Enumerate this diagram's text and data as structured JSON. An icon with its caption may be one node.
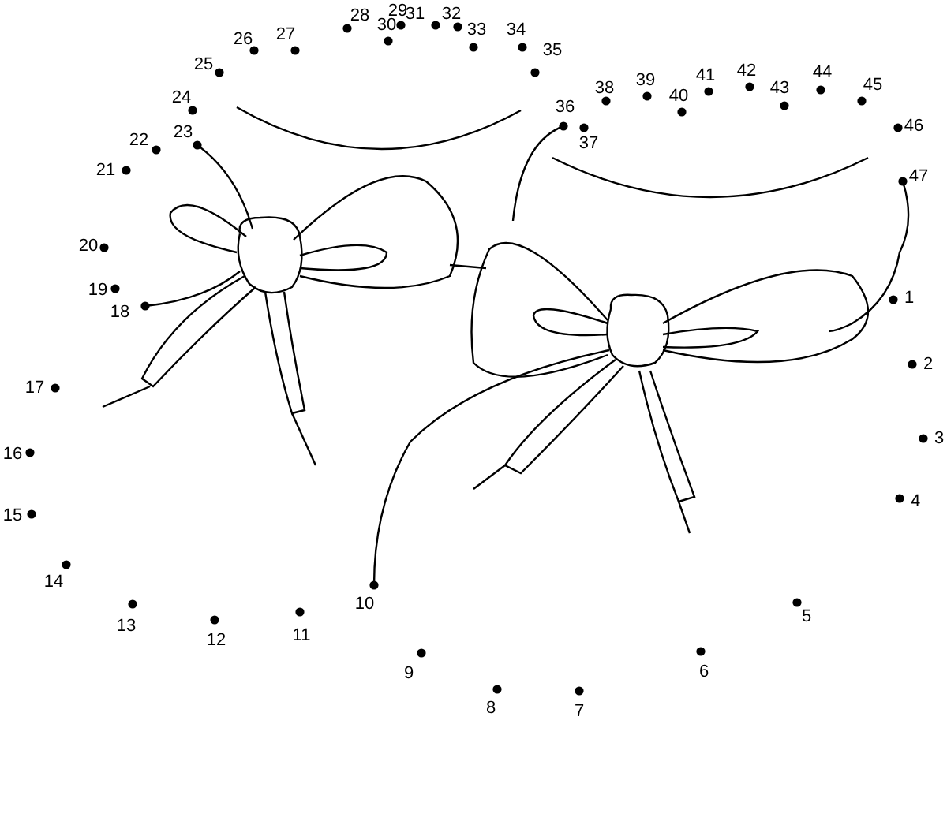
{
  "diagram": {
    "labels": [
      "1",
      "2",
      "3",
      "4",
      "5",
      "6",
      "7",
      "8",
      "9",
      "10",
      "11",
      "12",
      "13",
      "14",
      "15",
      "16",
      "17",
      "18",
      "19",
      "20",
      "21",
      "22",
      "23",
      "24",
      "25",
      "26",
      "27",
      "28",
      "29",
      "30",
      "31",
      "32",
      "33",
      "34",
      "35",
      "36",
      "37",
      "38",
      "39",
      "40",
      "41",
      "42",
      "43",
      "44",
      "45",
      "46",
      "47"
    ]
  }
}
